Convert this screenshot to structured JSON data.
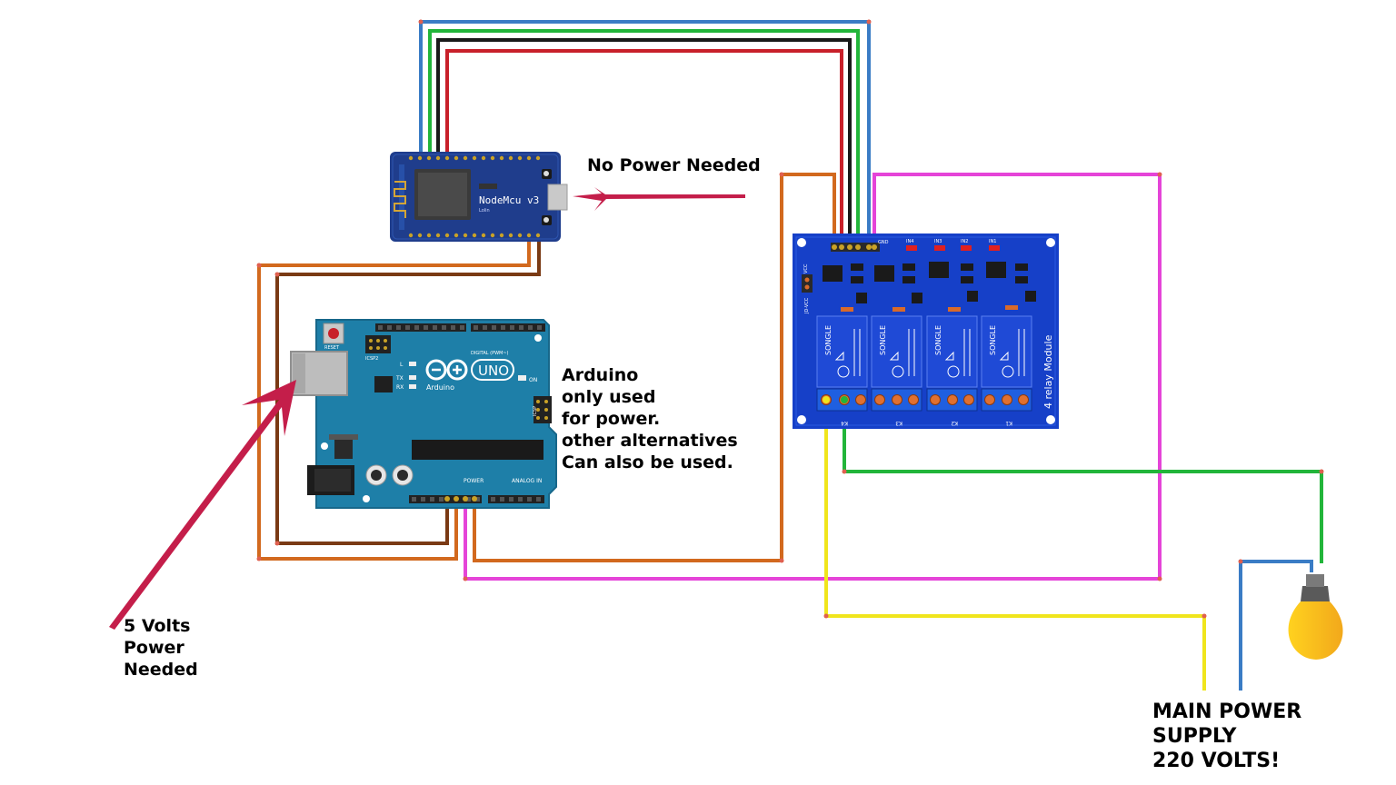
{
  "labels": {
    "no_power": "No Power Needed",
    "arduino_note": [
      "Arduino",
      "only used",
      "for power.",
      "other alternatives",
      "Can also be used."
    ],
    "five_volts": [
      "5 Volts",
      "Power",
      "Needed"
    ],
    "main_power": [
      "MAIN POWER",
      "SUPPLY",
      "220 VOLTS!"
    ]
  },
  "boards": {
    "nodemcu_label": "NodeMcu v3",
    "nodemcu_sub": "Lolin",
    "arduino_brand": "Arduino",
    "arduino_model": "UNO",
    "arduino_reset": "RESET",
    "arduino_icsp": "ICSP",
    "arduino_icsp2": "ICSP2",
    "arduino_digital": "DIGITAL (PWM~)",
    "arduino_power": "POWER",
    "arduino_analog": "ANALOG IN",
    "arduino_on": "ON",
    "arduino_l": "L",
    "arduino_tx": "TX",
    "arduino_rx": "RX",
    "relay_module": "4 relay Module",
    "relay_brand": "SONGLE",
    "relay_channels": [
      "K4",
      "K3",
      "K2",
      "K1"
    ],
    "relay_inputs": [
      "IN4",
      "IN3",
      "IN2",
      "IN1"
    ],
    "relay_vcc": "VCC",
    "relay_jdvcc": "JD-VCC",
    "relay_gnd": "GND"
  },
  "wire_colors": {
    "blue": "#3a7cc5",
    "green": "#22b53a",
    "black": "#1a1a1a",
    "red": "#c8202a",
    "orange": "#d2691e",
    "brown": "#7a3a14",
    "magenta": "#e544d8",
    "yellow": "#f0e51c",
    "arrow": "#c41e4a"
  },
  "icons": [
    "pointer-arrow",
    "light-bulb"
  ]
}
